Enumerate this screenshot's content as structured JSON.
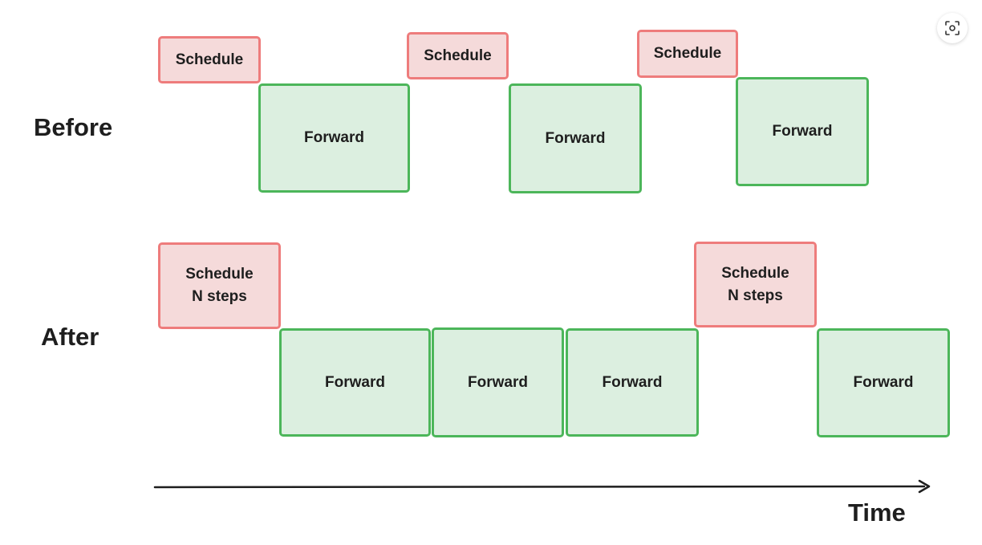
{
  "rows": {
    "before_label": "Before",
    "after_label": "After"
  },
  "before": {
    "schedule_label": "Schedule",
    "forward_label": "Forward"
  },
  "after": {
    "schedule_line1": "Schedule",
    "schedule_line2": "N steps",
    "forward_label": "Forward"
  },
  "axis": {
    "label": "Time"
  },
  "colors": {
    "schedule_fill": "#f5dada",
    "schedule_border": "#ee7c7c",
    "forward_fill": "#dcefe0",
    "forward_border": "#4cb65a",
    "text": "#1e1e1e"
  },
  "icons": {
    "focus_button": "scan-focus-icon"
  }
}
